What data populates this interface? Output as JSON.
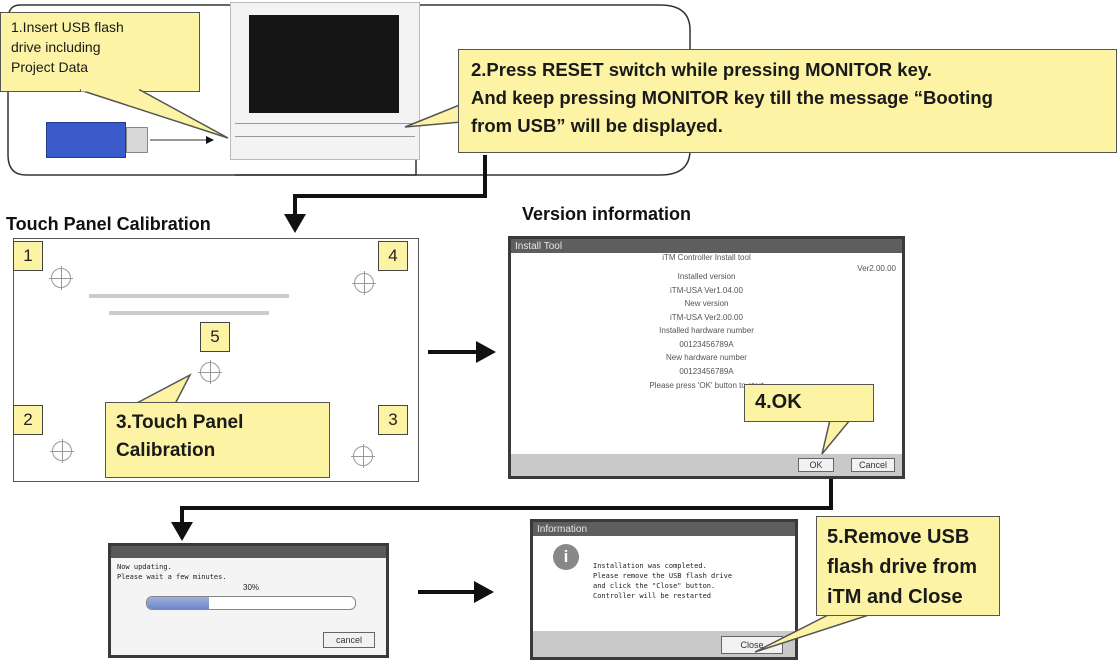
{
  "step1": {
    "lines": [
      "1.Insert USB flash",
      "drive including",
      "Project Data"
    ]
  },
  "step2": {
    "lines": [
      "2.Press RESET switch while pressing MONITOR key.",
      "And keep pressing MONITOR key till the message “Booting",
      "from USB” will be displayed."
    ]
  },
  "calibration": {
    "title": "Touch Panel Calibration",
    "corner_labels": [
      "1",
      "4",
      "5",
      "2",
      "3"
    ],
    "step3": [
      "3.Touch Panel",
      "Calibration"
    ]
  },
  "version": {
    "title": "Version information",
    "window_title": "Install Tool",
    "app_title": "iTM Controller Install tool",
    "version_right": "Ver2.00.00",
    "lines": [
      "Installed version",
      "iTM-USA     Ver1.04.00",
      "New version",
      "iTM-USA     Ver2.00.00",
      "Installed hardware number",
      "00123456789A",
      "New hardware number",
      "00123456789A",
      "Please press 'OK' button to start"
    ],
    "ok_label": "OK",
    "cancel_label": "Cancel",
    "step4": "4.OK"
  },
  "progress": {
    "lines": [
      "Now updating.",
      "Please wait a few minutes."
    ],
    "percent": "30%",
    "fraction": 0.3,
    "cancel_label": "cancel"
  },
  "info": {
    "window_title": "Information",
    "lines": [
      "Installation was completed.",
      "Please remove the USB flash drive",
      "and click the \"Close\" button.",
      "Controller will be restarted"
    ],
    "close_label": "Close",
    "step5": [
      "5.Remove USB",
      "flash drive from",
      "iTM and Close"
    ]
  }
}
